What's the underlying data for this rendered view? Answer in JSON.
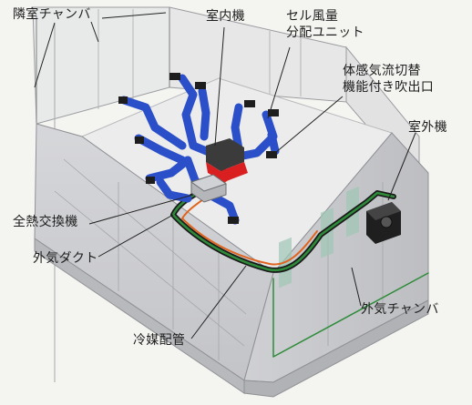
{
  "labels": {
    "adjacent_chamber": "隣室チャンバ",
    "indoor_unit": "室内機",
    "cell_airflow_line1": "セル風量",
    "cell_airflow_line2": "分配ユニット",
    "outlet_line1": "体感気流切替",
    "outlet_line2": "機能付き吹出口",
    "outdoor_unit": "室外機",
    "heat_exchanger": "全熱交換機",
    "outdoor_air_duct": "外気ダクト",
    "outdoor_chamber": "外気チャンバ",
    "refrigerant_pipe": "冷媒配管"
  },
  "colors": {
    "background": "#f4f4f1",
    "duct_blue": "#2b4fc9",
    "indoor_unit_red": "#d91f1f",
    "pipe_black": "#1a1a1a",
    "pipe_green": "#2e8b3a",
    "pipe_orange": "#e0641e",
    "wall_glass": "#c9cacd",
    "floor": "#e9e9e9"
  }
}
